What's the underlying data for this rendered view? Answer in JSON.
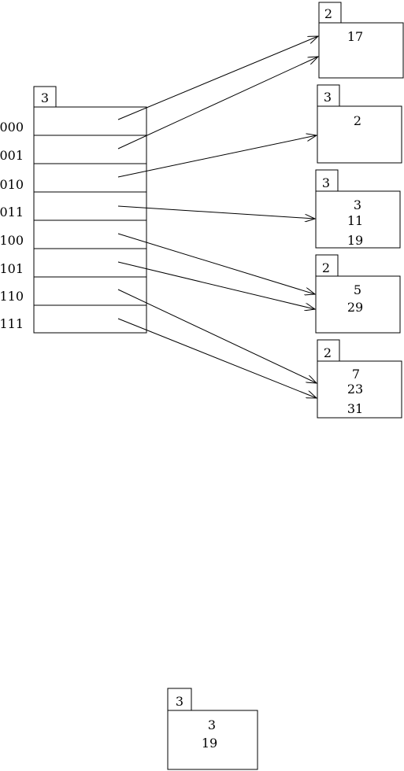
{
  "directory": {
    "global_depth": "3",
    "slots": [
      "000",
      "001",
      "010",
      "011",
      "100",
      "101",
      "110",
      "111"
    ]
  },
  "buckets": [
    {
      "id": "b1",
      "local_depth": "2",
      "values": [
        "17"
      ]
    },
    {
      "id": "b2",
      "local_depth": "3",
      "values": [
        "2"
      ]
    },
    {
      "id": "b3",
      "local_depth": "3",
      "values": [
        "3",
        "11",
        "19"
      ]
    },
    {
      "id": "b4",
      "local_depth": "2",
      "values": [
        "5",
        "29"
      ]
    },
    {
      "id": "b5",
      "local_depth": "2",
      "values": [
        "7",
        "23",
        "31"
      ]
    }
  ],
  "pointers": [
    {
      "slot": "000",
      "bucket": "b1"
    },
    {
      "slot": "001",
      "bucket": "b1"
    },
    {
      "slot": "010",
      "bucket": "b2"
    },
    {
      "slot": "011",
      "bucket": "b3"
    },
    {
      "slot": "100",
      "bucket": "b4"
    },
    {
      "slot": "101",
      "bucket": "b4"
    },
    {
      "slot": "110",
      "bucket": "b5"
    },
    {
      "slot": "111",
      "bucket": "b5"
    }
  ],
  "extra_bucket": {
    "local_depth": "3",
    "values": [
      "3",
      "19"
    ]
  }
}
